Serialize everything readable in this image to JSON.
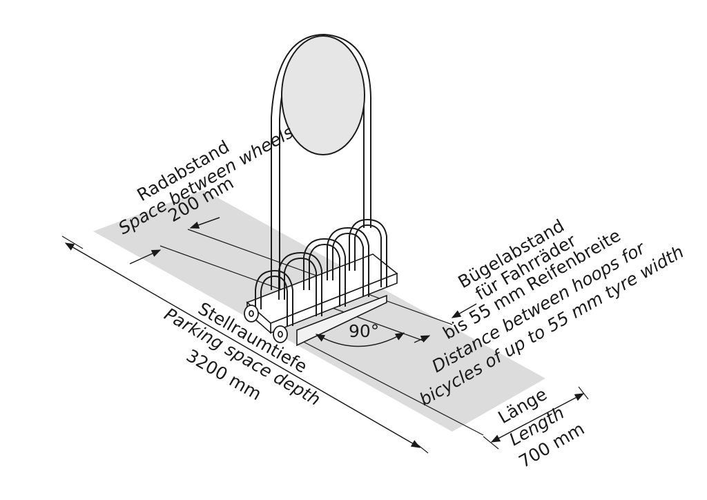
{
  "labels": {
    "wheel_spacing": {
      "de": "Radabstand",
      "en": "Space between wheels",
      "value": "200 mm"
    },
    "hoop_spacing": {
      "de_1": "Bügelabstand",
      "de_2": "für Fahrräder",
      "de_3": "bis 55 mm Reifenbreite",
      "en_1": "Distance between hoops for",
      "en_2": "bicycles of up to 55 mm tyre width"
    },
    "angle": "90°",
    "depth": {
      "de": "Stellraumtiefe",
      "en": "Parking space depth",
      "value": "3200 mm"
    },
    "length": {
      "de": "Länge",
      "en": "Length",
      "value": "700 mm"
    }
  },
  "colors": {
    "floor": "#dcdcdc",
    "line": "#1a1a1a",
    "sign": "#e6e6e6"
  }
}
